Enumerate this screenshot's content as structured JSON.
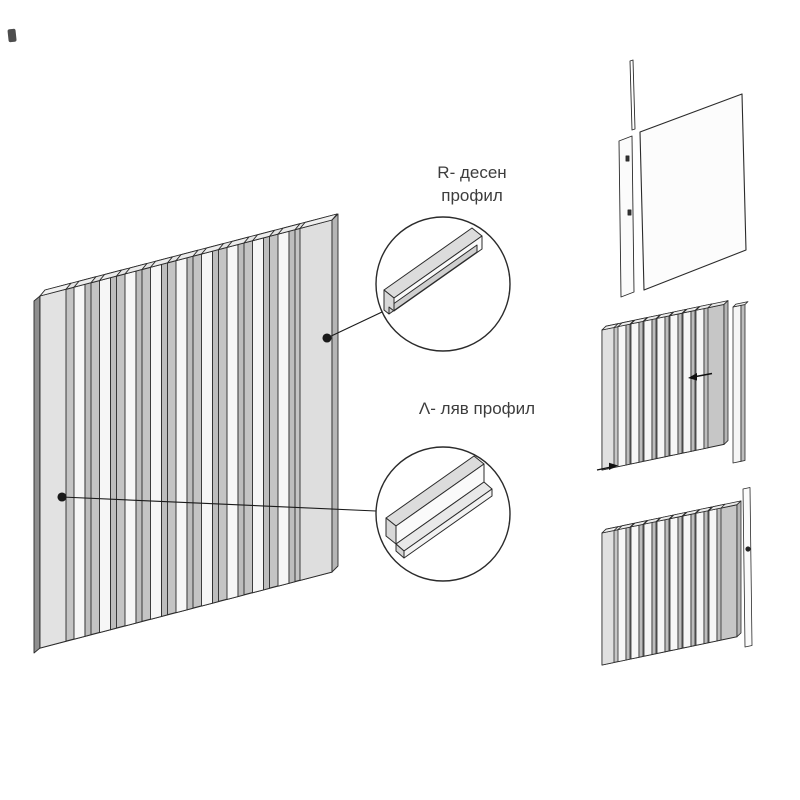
{
  "callouts": {
    "right": {
      "line1": "R- десен",
      "line2": "профил"
    },
    "left": {
      "text": "Λ- ляв профил"
    }
  },
  "colors": {
    "line": "#2b2b2b",
    "slat_front": "#f6f6f6",
    "slat_side": "#bdbdbd",
    "backboard": "#c4c4c4",
    "end_board": "#dedede",
    "dark_edge": "#8f8f8f"
  }
}
